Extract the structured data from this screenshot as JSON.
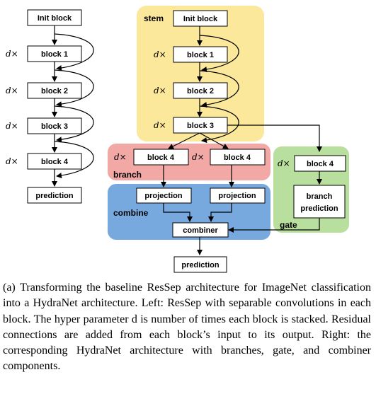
{
  "left_column": {
    "init": "Init block",
    "blocks": [
      "block 1",
      "block 2",
      "block 3",
      "block 4"
    ],
    "prediction": "prediction",
    "multiplier": "d×"
  },
  "right_diagram": {
    "stem": {
      "label": "stem",
      "init": "Init block",
      "blocks": [
        "block 1",
        "block 2",
        "block 3"
      ],
      "color": "#fbe89a"
    },
    "branch": {
      "label": "branch",
      "blocks": [
        "block 4",
        "block 4"
      ],
      "color": "#f2a9a6"
    },
    "gate": {
      "label": "gate",
      "block": "block 4",
      "prediction_line1": "branch",
      "prediction_line2": "prediction",
      "color": "#b9df9e"
    },
    "combine": {
      "label": "combine",
      "projections": [
        "projection",
        "projection"
      ],
      "combiner": "combiner",
      "color": "#78a9de"
    },
    "prediction": "prediction",
    "multiplier": "d×"
  },
  "caption": "(a) Transforming the baseline ResSep architecture for ImageNet classification into a HydraNet architecture. Left: ResSep with separable convolutions in each block. The hyper parameter d is number of times each block is stacked. Residual connections are added from each block’s input to its output. Right: the corresponding HydraNet architecture with branches, gate, and combiner components."
}
